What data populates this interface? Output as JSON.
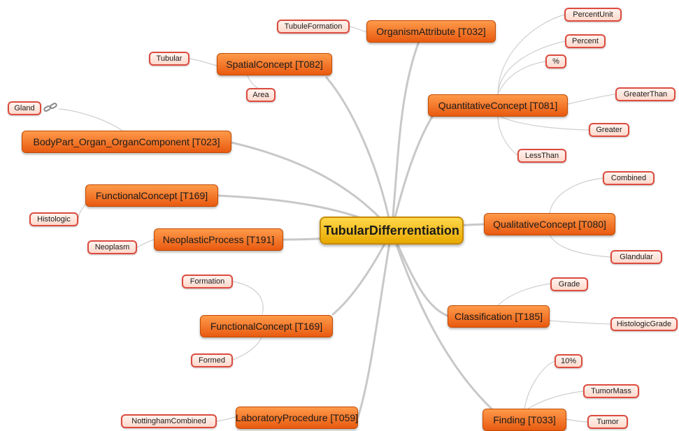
{
  "central": {
    "label": "TubularDifferrentiation"
  },
  "branches": {
    "organism_attribute": {
      "label": "OrganismAttribute [T032]",
      "leaves": [
        "TubuleFormation"
      ]
    },
    "spatial_concept": {
      "label": "SpatialConcept [T082]",
      "leaves": [
        "Tubular",
        "Area"
      ]
    },
    "body_part": {
      "label": "BodyPart_Organ_OrganComponent [T023]",
      "leaves": [
        "Gland"
      ]
    },
    "functional_concept_1": {
      "label": "FunctionalConcept [T169]",
      "leaves": [
        "Histologic"
      ]
    },
    "neoplastic_process": {
      "label": "NeoplasticProcess [T191]",
      "leaves": [
        "Neoplasm"
      ]
    },
    "functional_concept_2": {
      "label": "FunctionalConcept [T169]",
      "leaves": [
        "Formation",
        "Formed"
      ]
    },
    "laboratory_procedure": {
      "label": "LaboratoryProcedure [T059]",
      "leaves": [
        "NottinghamCombined"
      ]
    },
    "quantitative_concept": {
      "label": "QuantitativeConcept [T081]",
      "leaves": [
        "PercentUnit",
        "Percent",
        "%",
        "GreaterThan",
        "Greater",
        "LessThan"
      ]
    },
    "qualitative_concept": {
      "label": "QualitativeConcept [T080]",
      "leaves": [
        "Combined",
        "Glandular"
      ]
    },
    "classification": {
      "label": "Classification [T185]",
      "leaves": [
        "Grade",
        "HistologicGrade"
      ]
    },
    "finding": {
      "label": "Finding [T033]",
      "leaves": [
        "10%",
        "TumorMass",
        "Tumor"
      ]
    }
  },
  "colors": {
    "central_fill": "#f2b705",
    "main_fill": "#f47a2a",
    "leaf_border": "#dd4b3f",
    "connector": "#c8c8c8"
  },
  "icons": {
    "gland_link": "link-icon"
  }
}
